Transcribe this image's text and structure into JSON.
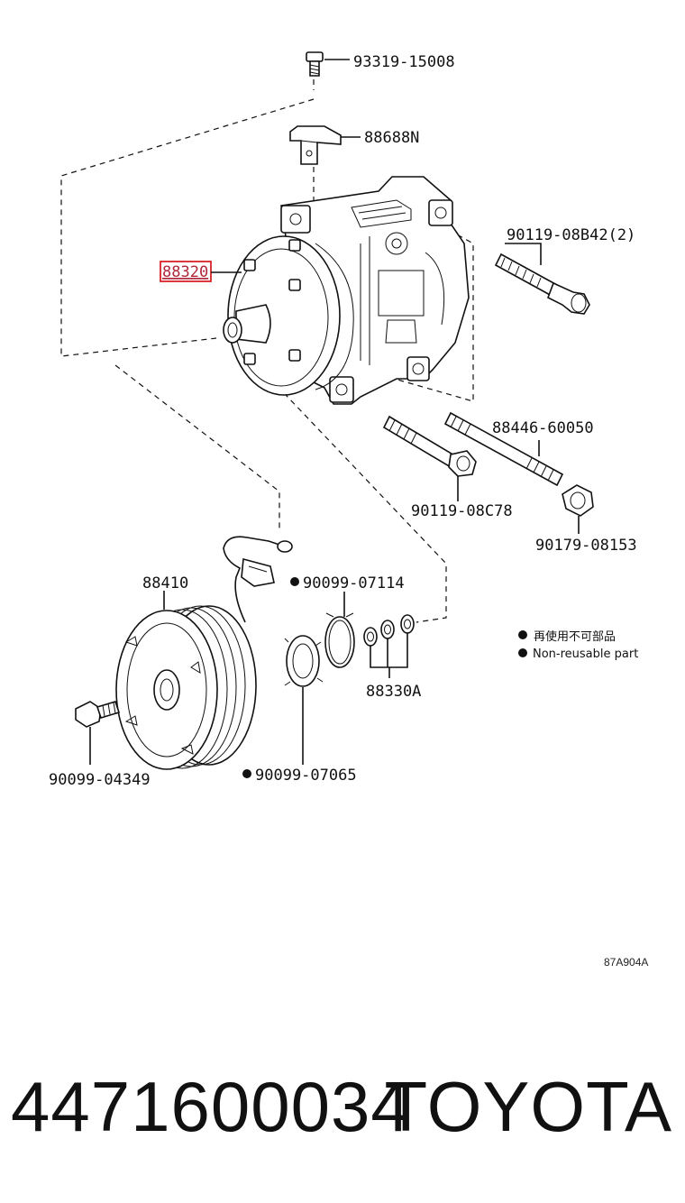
{
  "labels": {
    "screw_top": "93319-15008",
    "bracket": "88688N",
    "compressor": "88320",
    "bolt_long_right": "90119-08B42(2)",
    "stud": "88446-60050",
    "bolt_lower": "90119-08C78",
    "nut": "90179-08153",
    "clutch": "88410",
    "clip_small": "90099-07114",
    "shims": "88330A",
    "clutch_bolt": "90099-04349",
    "snap_ring": "90099-07065"
  },
  "legend": {
    "non_reusable_jp": "再使用不可部品",
    "non_reusable_en": "Non-reusable part"
  },
  "diagram_ref": "87A904A",
  "footer": {
    "part_number": "4471600034",
    "brand": "TOYOTA"
  },
  "colors": {
    "highlight": "#d9232a",
    "ink": "#111111"
  }
}
